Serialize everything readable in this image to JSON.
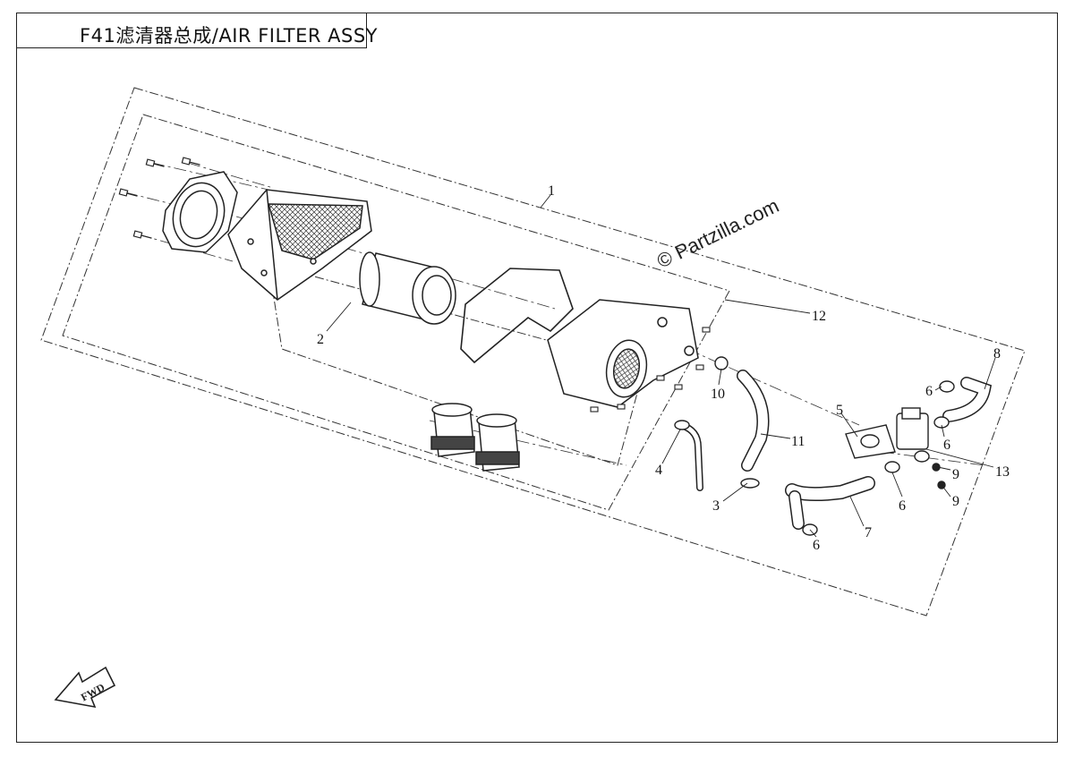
{
  "title": "F41滤清器总成/AIR FILTER ASSY",
  "watermark": "© Partzilla.com",
  "fwd_label": "FWD",
  "callouts": [
    {
      "id": "c1",
      "label": "1"
    },
    {
      "id": "c2",
      "label": "2"
    },
    {
      "id": "c3",
      "label": "3"
    },
    {
      "id": "c4",
      "label": "4"
    },
    {
      "id": "c5",
      "label": "5"
    },
    {
      "id": "c6a",
      "label": "6"
    },
    {
      "id": "c6b",
      "label": "6"
    },
    {
      "id": "c6c",
      "label": "6"
    },
    {
      "id": "c6d",
      "label": "6"
    },
    {
      "id": "c7",
      "label": "7"
    },
    {
      "id": "c8",
      "label": "8"
    },
    {
      "id": "c9a",
      "label": "9"
    },
    {
      "id": "c9b",
      "label": "9"
    },
    {
      "id": "c10",
      "label": "10"
    },
    {
      "id": "c11",
      "label": "11"
    },
    {
      "id": "c12",
      "label": "12"
    },
    {
      "id": "c13",
      "label": "13"
    }
  ]
}
